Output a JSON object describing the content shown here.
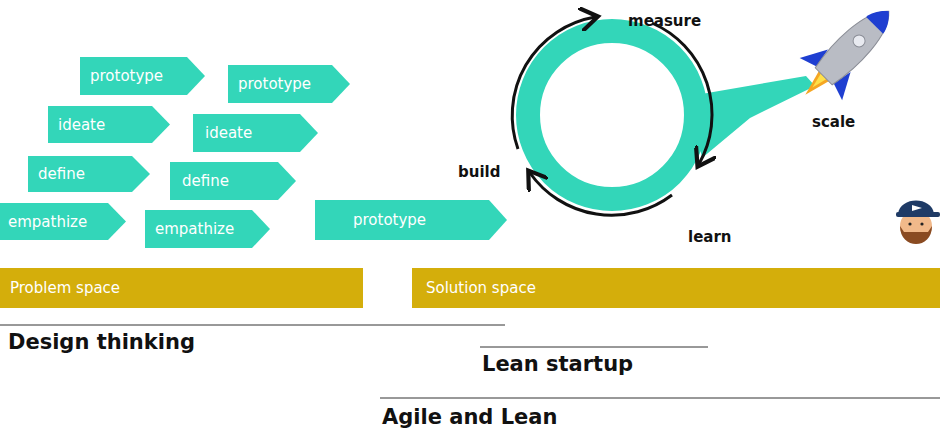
{
  "diagram": {
    "nodes": [
      {
        "text": [
          "prototype"
        ]
      },
      {
        "text": [
          "prototype"
        ]
      },
      {
        "text": [
          "ideate"
        ]
      },
      {
        "text": [
          "ideate"
        ]
      },
      {
        "text": [
          "define"
        ]
      },
      {
        "text": [
          "define"
        ]
      },
      {
        "text": [
          "empathize"
        ]
      },
      {
        "text": [
          "empathize"
        ]
      },
      {
        "text": [
          "prototype"
        ]
      },
      {
        "text": [
          "Problem space"
        ]
      },
      {
        "text": [
          "Solution space"
        ]
      }
    ],
    "labels": [
      "measure",
      "build",
      "learn",
      "scale",
      "Design thinking",
      "Lean startup",
      "Agile and Lean"
    ]
  }
}
